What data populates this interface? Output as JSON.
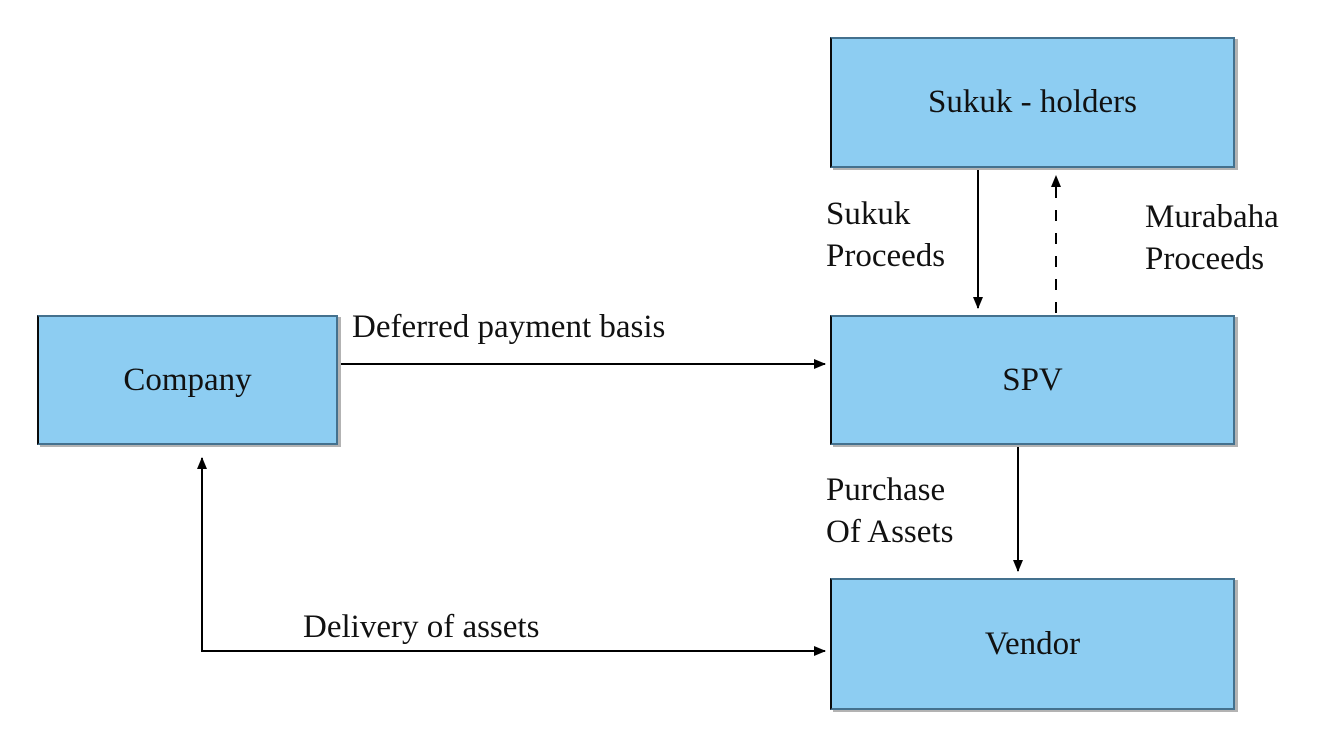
{
  "colors": {
    "background": "#FFFFFF",
    "node_fill": "#8DCDF2",
    "node_border": "#44718E",
    "node_border_left": "#0A0A0A",
    "arrow": "#000000",
    "text": "#111111"
  },
  "nodes": {
    "sukuk_holders": {
      "label": "Sukuk - holders"
    },
    "company": {
      "label": "Company"
    },
    "spv": {
      "label": "SPV"
    },
    "vendor": {
      "label": "Vendor"
    }
  },
  "edges": {
    "sukuk_proceeds": {
      "label": "Sukuk Proceeds",
      "from": "sukuk_holders",
      "to": "spv",
      "line": "solid"
    },
    "murabaha_proceeds": {
      "label": "Murabaha Proceeds",
      "from": "spv",
      "to": "sukuk_holders",
      "line": "dashed"
    },
    "deferred_payment_basis": {
      "label": "Deferred payment basis",
      "from": "company",
      "to": "spv",
      "line": "solid"
    },
    "purchase_of_assets": {
      "label": "Purchase Of Assets",
      "from": "spv",
      "to": "vendor",
      "line": "solid"
    },
    "delivery_of_assets": {
      "label": "Delivery of assets",
      "from": "vendor",
      "to": "company",
      "line": "solid"
    }
  }
}
